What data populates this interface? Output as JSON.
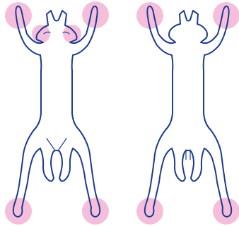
{
  "figure": {
    "panels": [
      {
        "view": "ventral",
        "highlights": [
          "front-left-paw",
          "front-right-paw",
          "left-ear",
          "right-ear",
          "hind-left-paw",
          "hind-right-paw"
        ]
      },
      {
        "view": "dorsal",
        "highlights": [
          "front-left-paw",
          "front-right-paw",
          "hind-left-paw",
          "hind-right-paw"
        ]
      }
    ],
    "colors": {
      "outline": "#1d3b91",
      "highlight": "#f2a9cf",
      "background": "#ffffff"
    }
  }
}
